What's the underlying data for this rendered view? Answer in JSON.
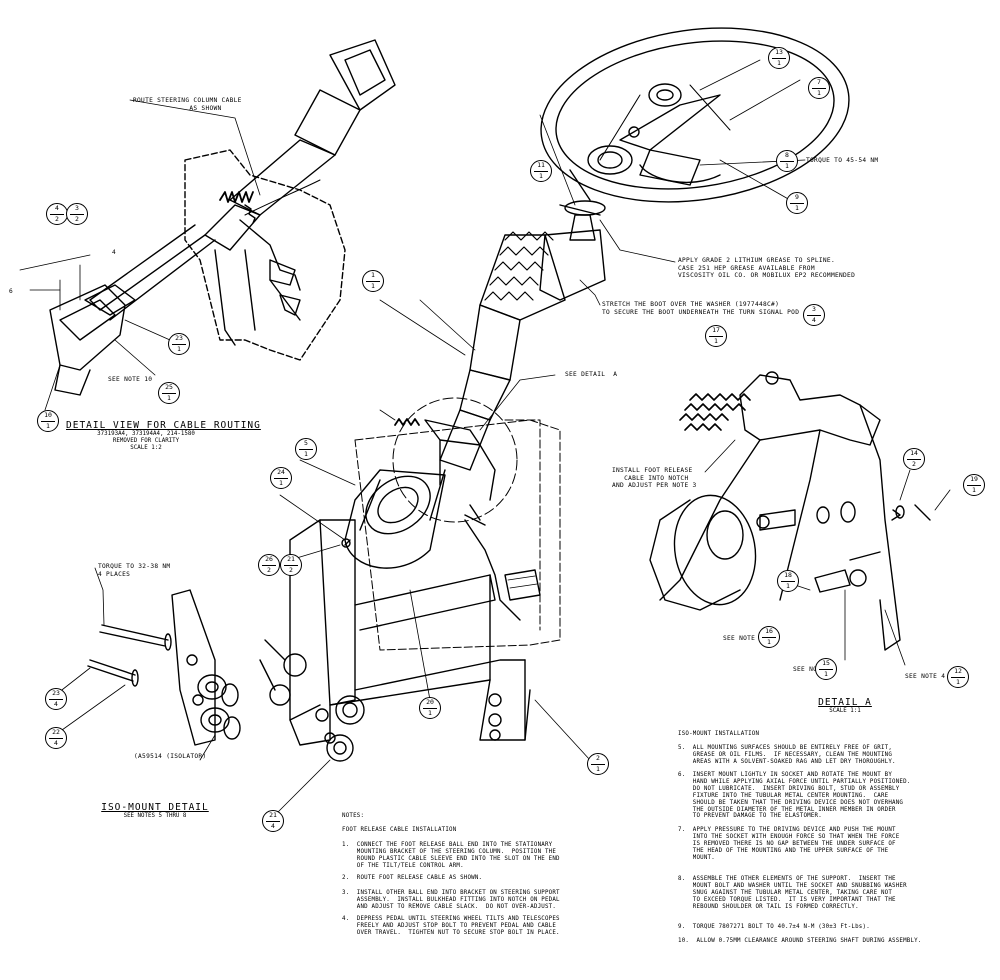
{
  "callouts": {
    "route_cable": "ROUTE STEERING COLUMN CABLE\n              AS SHOWN",
    "torque_wheel": "TORQUE TO 45-54 Nm",
    "grease": "APPLY GRADE 2 LITHIUM GREASE TO SPLINE.\nCASE 251 HEP GREASE AVAILABLE FROM\nVISCOSITY OIL CO. OR MOBILUX EP2 RECOMMENDED",
    "boot": "STRETCH THE BOOT OVER THE WASHER (1977448C#)\nTO SECURE THE BOOT UNDERNEATH THE TURN SIGNAL POD",
    "see_detail_a": "SEE DETAIL  A",
    "see_note_10": "SEE NOTE 10",
    "foot_release": "INSTALL FOOT RELEASE\n   CABLE INTO NOTCH\nAND ADJUST PER NOTE 3",
    "torque_iso": "TORQUE TO 32-38 Nm\n4 PLACES",
    "isolator": "(A59514 (ISOLATOR)",
    "see_note_4a": "SEE NOTE 4",
    "see_note_4b": "SEE NOTE 4",
    "see_note_4c": "SEE NOTE 4",
    "dim_4": "4",
    "dim_6": "6"
  },
  "detail_view": {
    "title": "DETAIL VIEW FOR CABLE ROUTING",
    "line1": "373193A4, 373194A4, 214-1580",
    "line2": "REMOVED FOR CLARITY",
    "line3": "SCALE  1:2"
  },
  "detail_a": {
    "title": "DETAIL  A",
    "scale": "SCALE  1:1"
  },
  "iso_detail": {
    "title": "ISO-MOUNT DETAIL",
    "sub": "SEE NOTES 5 THRU 8"
  },
  "balloons": [
    {
      "top": "13",
      "bot": "1"
    },
    {
      "top": "7",
      "bot": "1"
    },
    {
      "top": "8",
      "bot": "1"
    },
    {
      "top": "9",
      "bot": "1"
    },
    {
      "top": "11",
      "bot": "1"
    },
    {
      "top": "1",
      "bot": "1"
    },
    {
      "top": "17",
      "bot": "1"
    },
    {
      "top": "3",
      "bot": "4"
    },
    {
      "top": "14",
      "bot": "2"
    },
    {
      "top": "19",
      "bot": "1"
    },
    {
      "top": "18",
      "bot": "1"
    },
    {
      "top": "16",
      "bot": "1"
    },
    {
      "top": "15",
      "bot": "1"
    },
    {
      "top": "12",
      "bot": "1"
    },
    {
      "top": "2",
      "bot": "1"
    },
    {
      "top": "5",
      "bot": "1"
    },
    {
      "top": "24",
      "bot": "1"
    },
    {
      "top": "26",
      "bot": "2"
    },
    {
      "top": "21",
      "bot": "2"
    },
    {
      "top": "20",
      "bot": "1"
    },
    {
      "top": "21",
      "bot": "4"
    },
    {
      "top": "23",
      "bot": "4"
    },
    {
      "top": "22",
      "bot": "4"
    },
    {
      "top": "10",
      "bot": "1"
    },
    {
      "top": "23",
      "bot": "1"
    },
    {
      "top": "25",
      "bot": "1"
    },
    {
      "top": "4",
      "bot": "2"
    },
    {
      "top": "3",
      "bot": "2"
    }
  ],
  "notes": {
    "heading": "NOTES:",
    "foot_heading": "FOOT RELEASE CABLE INSTALLATION",
    "n1": "1.  CONNECT THE FOOT RELEASE BALL END INTO THE STATIONARY\n    MOUNTING BRACKET OF THE STEERING COLUMN.  POSITION THE\n    ROUND PLASTIC CABLE SLEEVE END INTO THE SLOT ON THE END\n    OF THE TILT/TELE CONTROL ARM.",
    "n2": "2.  ROUTE FOOT RELEASE CABLE AS SHOWN.",
    "n3": "3.  INSTALL OTHER BALL END INTO BRACKET ON STEERING SUPPORT\n    ASSEMBLY.  INSTALL BULKHEAD FITTING INTO NOTCH ON PEDAL\n    AND ADJUST TO REMOVE CABLE SLACK.  DO NOT OVER-ADJUST.",
    "n4": "4.  DEPRESS PEDAL UNTIL STEERING WHEEL TILTS AND TELESCOPES\n    FREELY AND ADJUST STOP BOLT TO PREVENT PEDAL AND CABLE\n    OVER TRAVEL.  TIGHTEN NUT TO SECURE STOP BOLT IN PLACE.",
    "iso_heading": "ISO-MOUNT INSTALLATION",
    "n5": "5.  ALL MOUNTING SURFACES SHOULD BE ENTIRELY FREE OF GRIT,\n    GREASE OR OIL FILMS.  IF NECESSARY, CLEAN THE MOUNTING\n    AREAS WITH A SOLVENT-SOAKED RAG AND LET DRY THOROUGHLY.",
    "n6": "6.  INSERT MOUNT LIGHTLY IN SOCKET AND ROTATE THE MOUNT BY\n    HAND WHILE APPLYING AXIAL FORCE UNTIL PARTIALLY POSITIONED.\n    DO NOT LUBRICATE.  INSERT DRIVING BOLT, STUD OR ASSEMBLY\n    FIXTURE INTO THE TUBULAR METAL CENTER MOUNTING.  CARE\n    SHOULD BE TAKEN THAT THE DRIVING DEVICE DOES NOT OVERHANG\n    THE OUTSIDE DIAMETER OF THE METAL INNER MEMBER IN ORDER\n    TO PREVENT DAMAGE TO THE ELASTOMER.",
    "n7": "7.  APPLY PRESSURE TO THE DRIVING DEVICE AND PUSH THE MOUNT\n    INTO THE SOCKET WITH ENOUGH FORCE SO THAT WHEN THE FORCE\n    IS REMOVED THERE IS NO GAP BETWEEN THE UNDER SURFACE OF\n    THE HEAD OF THE MOUNTING AND THE UPPER SURFACE OF THE\n    MOUNT.",
    "n8": "8.  ASSEMBLE THE OTHER ELEMENTS OF THE SUPPORT.  INSERT THE\n    MOUNT BOLT AND WASHER UNTIL THE SOCKET AND SNUBBING WASHER\n    SNUG AGAINST THE TUBULAR METAL CENTER, TAKING CARE NOT\n    TO EXCEED TORQUE LISTED.  IT IS VERY IMPORTANT THAT THE\n    REBOUND SHOULDER OR TAIL IS FORMED CORRECTLY.",
    "n9": "9.  TORQUE 7807271 BOLT TO 40.7±4 N-M (30±3 Ft-Lbs).",
    "n10": "10.  ALLOW 0.75MM CLEARANCE AROUND STEERING SHAFT DURING ASSEMBLY."
  }
}
